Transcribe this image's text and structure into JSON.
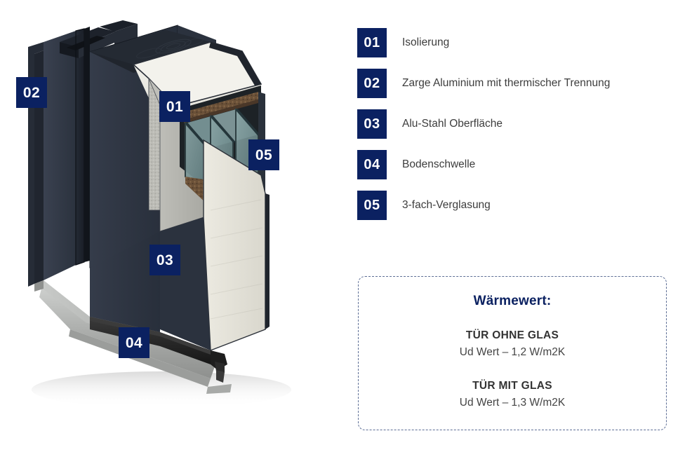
{
  "figure": {
    "alt_name": "door-cross-section-3d-render",
    "overlay_badges": [
      {
        "id": "ob-02",
        "number": "02"
      },
      {
        "id": "ob-01",
        "number": "01"
      },
      {
        "id": "ob-05",
        "number": "05"
      },
      {
        "id": "ob-03",
        "number": "03"
      },
      {
        "id": "ob-04",
        "number": "04"
      }
    ],
    "colors": {
      "door_face": "#2c3340",
      "door_face_dark": "#232a35",
      "frame_dark": "#1b2028",
      "insulation_white": "#f0efe9",
      "insulation_grey": "#b9b9b4",
      "glass": "#6d8b8d",
      "glass_light": "#93abab",
      "threshold_metal": "#b6b8b6",
      "threshold_dark": "#2a2a2a",
      "spacer_brown": "#6a5039"
    }
  },
  "legend": {
    "items": [
      {
        "number": "01",
        "label": "Isolierung"
      },
      {
        "number": "02",
        "label": "Zarge Aluminium mit thermischer Trennung"
      },
      {
        "number": "03",
        "label": "Alu-Stahl Oberfläche"
      },
      {
        "number": "04",
        "label": "Bodenschwelle"
      },
      {
        "number": "05",
        "label": "3-fach-Verglasung"
      }
    ]
  },
  "warmth_box": {
    "title": "Wärmewert:",
    "groups": [
      {
        "heading": "TÜR OHNE GLAS",
        "value": "Ud Wert – 1,2 W/m2K"
      },
      {
        "heading": "TÜR MIT GLAS",
        "value": "Ud Wert – 1,3 W/m2K"
      }
    ]
  },
  "theme": {
    "accent_navy": "#0b2161",
    "text_grey": "#3d3d3d",
    "dashed_border": "#5d6e95",
    "background": "#ffffff"
  }
}
